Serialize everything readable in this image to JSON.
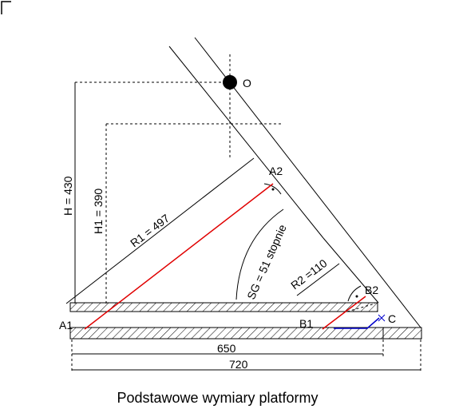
{
  "labels": {
    "point_o": "O",
    "point_a1": "A1",
    "point_a2": "A2",
    "point_b1": "B1",
    "point_b2": "B2",
    "point_c": "C",
    "h": "H = 430",
    "h1": "H1 = 390",
    "r1": "R1 = 497",
    "r2": "R2 =110",
    "sg": "SG = 51 stopnie",
    "dim_650": "650",
    "dim_720": "720"
  },
  "caption": "Podstawowe wymiary platformy",
  "colors": {
    "line": "#000000",
    "arm": "#e00000",
    "link": "#0000cc"
  }
}
